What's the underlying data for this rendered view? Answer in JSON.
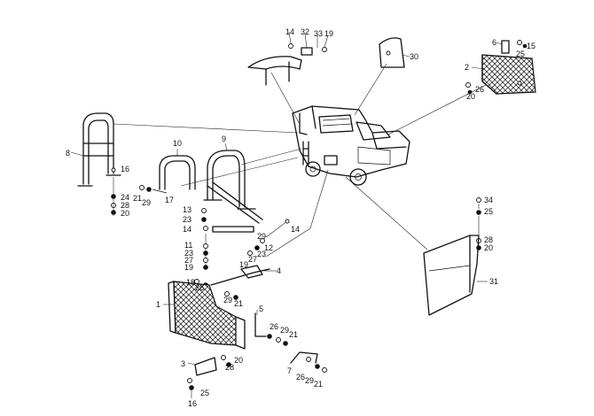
{
  "callouts": {
    "c14_top": "14",
    "c32": "32",
    "c33": "33",
    "c19_top": "19",
    "c30": "30",
    "c6_right": "6",
    "c15": "15",
    "c25_right": "25",
    "c2": "2",
    "c26_right": "26",
    "c20_right": "20",
    "c8": "8",
    "c16_left": "16",
    "c24": "24",
    "c28_left": "28",
    "c20_left": "20",
    "c21_left": "21",
    "c29_left": "29",
    "c17": "17",
    "c10": "10",
    "c9": "9",
    "c13": "13",
    "c23_a": "23",
    "c14_mid": "14",
    "c14_rt": "14",
    "c12": "12",
    "c23_b": "23",
    "c29_mid": "29",
    "c27_mid": "27",
    "c19_mid": "19",
    "c11": "11",
    "c23_c": "23",
    "c27_c": "27",
    "c19_c": "19",
    "c4": "4",
    "c18": "18",
    "c26_mid": "26",
    "c29_low": "29",
    "c21_low": "21",
    "c1": "1",
    "c5": "5",
    "c26_b": "26",
    "c29_b": "29",
    "c21_b": "21",
    "c3": "3",
    "c28_bot": "28",
    "c20_bot": "20",
    "c25_bot": "25",
    "c16_bot": "16",
    "c7": "7",
    "c26_c": "26",
    "c29_c": "29",
    "c21_c": "21",
    "c34": "34",
    "c25_r2": "25",
    "c28_r2": "28",
    "c20_r2": "20",
    "c31": "31"
  }
}
